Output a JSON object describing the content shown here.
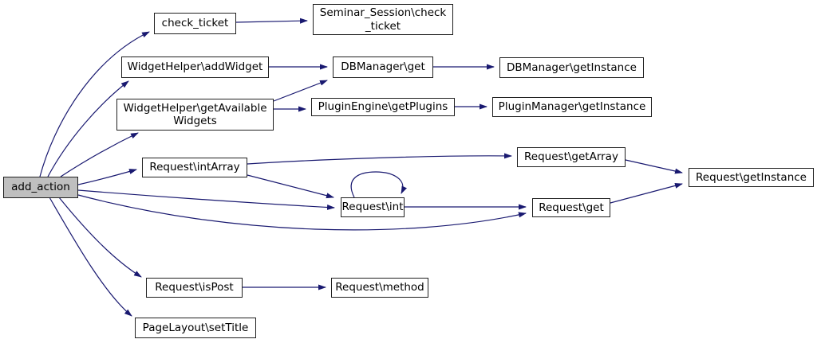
{
  "diagram": {
    "kind": "call-graph",
    "root_function": "add_action",
    "node_count": 17,
    "edge_count": 21
  },
  "colors": {
    "edge": "#191970",
    "node_border": "#202020",
    "node_fill": "#ffffff",
    "root_fill": "#bfbfbf",
    "text": "#000000",
    "bg": "#ffffff"
  },
  "nodes": [
    {
      "id": "add_action",
      "label": "add_action",
      "highlighted": true
    },
    {
      "id": "check_ticket",
      "label": "check_ticket"
    },
    {
      "id": "seminar_check_ticket",
      "label": "Seminar_Session\\check_ticket",
      "lines": [
        "Seminar_Session\\check",
        "_ticket"
      ]
    },
    {
      "id": "addwidget",
      "label": "WidgetHelper\\addWidget"
    },
    {
      "id": "dbmanager_get",
      "label": "DBManager\\get"
    },
    {
      "id": "dbmanager_getinstance",
      "label": "DBManager\\getInstance"
    },
    {
      "id": "getavailablewidgets",
      "label": "WidgetHelper\\getAvailableWidgets",
      "lines": [
        "WidgetHelper\\getAvailable",
        "Widgets"
      ]
    },
    {
      "id": "getplugins",
      "label": "PluginEngine\\getPlugins"
    },
    {
      "id": "pluginmanager_getinstance",
      "label": "PluginManager\\getInstance"
    },
    {
      "id": "request_intarray",
      "label": "Request\\intArray"
    },
    {
      "id": "request_int",
      "label": "Request\\int"
    },
    {
      "id": "request_getarray",
      "label": "Request\\getArray"
    },
    {
      "id": "request_get",
      "label": "Request\\get"
    },
    {
      "id": "request_getinstance",
      "label": "Request\\getInstance"
    },
    {
      "id": "request_ispost",
      "label": "Request\\isPost"
    },
    {
      "id": "request_method",
      "label": "Request\\method"
    },
    {
      "id": "pagelayout_settitle",
      "label": "PageLayout\\setTitle"
    }
  ],
  "edges": [
    {
      "from": "add_action",
      "to": "check_ticket"
    },
    {
      "from": "add_action",
      "to": "addwidget"
    },
    {
      "from": "add_action",
      "to": "getavailablewidgets"
    },
    {
      "from": "add_action",
      "to": "request_intarray"
    },
    {
      "from": "add_action",
      "to": "request_int"
    },
    {
      "from": "add_action",
      "to": "request_get"
    },
    {
      "from": "add_action",
      "to": "request_ispost"
    },
    {
      "from": "add_action",
      "to": "pagelayout_settitle"
    },
    {
      "from": "check_ticket",
      "to": "seminar_check_ticket"
    },
    {
      "from": "addwidget",
      "to": "dbmanager_get"
    },
    {
      "from": "dbmanager_get",
      "to": "dbmanager_getinstance"
    },
    {
      "from": "getavailablewidgets",
      "to": "dbmanager_get"
    },
    {
      "from": "getavailablewidgets",
      "to": "getplugins"
    },
    {
      "from": "getplugins",
      "to": "pluginmanager_getinstance"
    },
    {
      "from": "request_intarray",
      "to": "request_getarray"
    },
    {
      "from": "request_intarray",
      "to": "request_int"
    },
    {
      "from": "request_getarray",
      "to": "request_getinstance"
    },
    {
      "from": "request_get",
      "to": "request_getinstance"
    },
    {
      "from": "request_int",
      "to": "request_get"
    },
    {
      "from": "request_int",
      "to": "request_int"
    },
    {
      "from": "request_ispost",
      "to": "request_method"
    }
  ]
}
